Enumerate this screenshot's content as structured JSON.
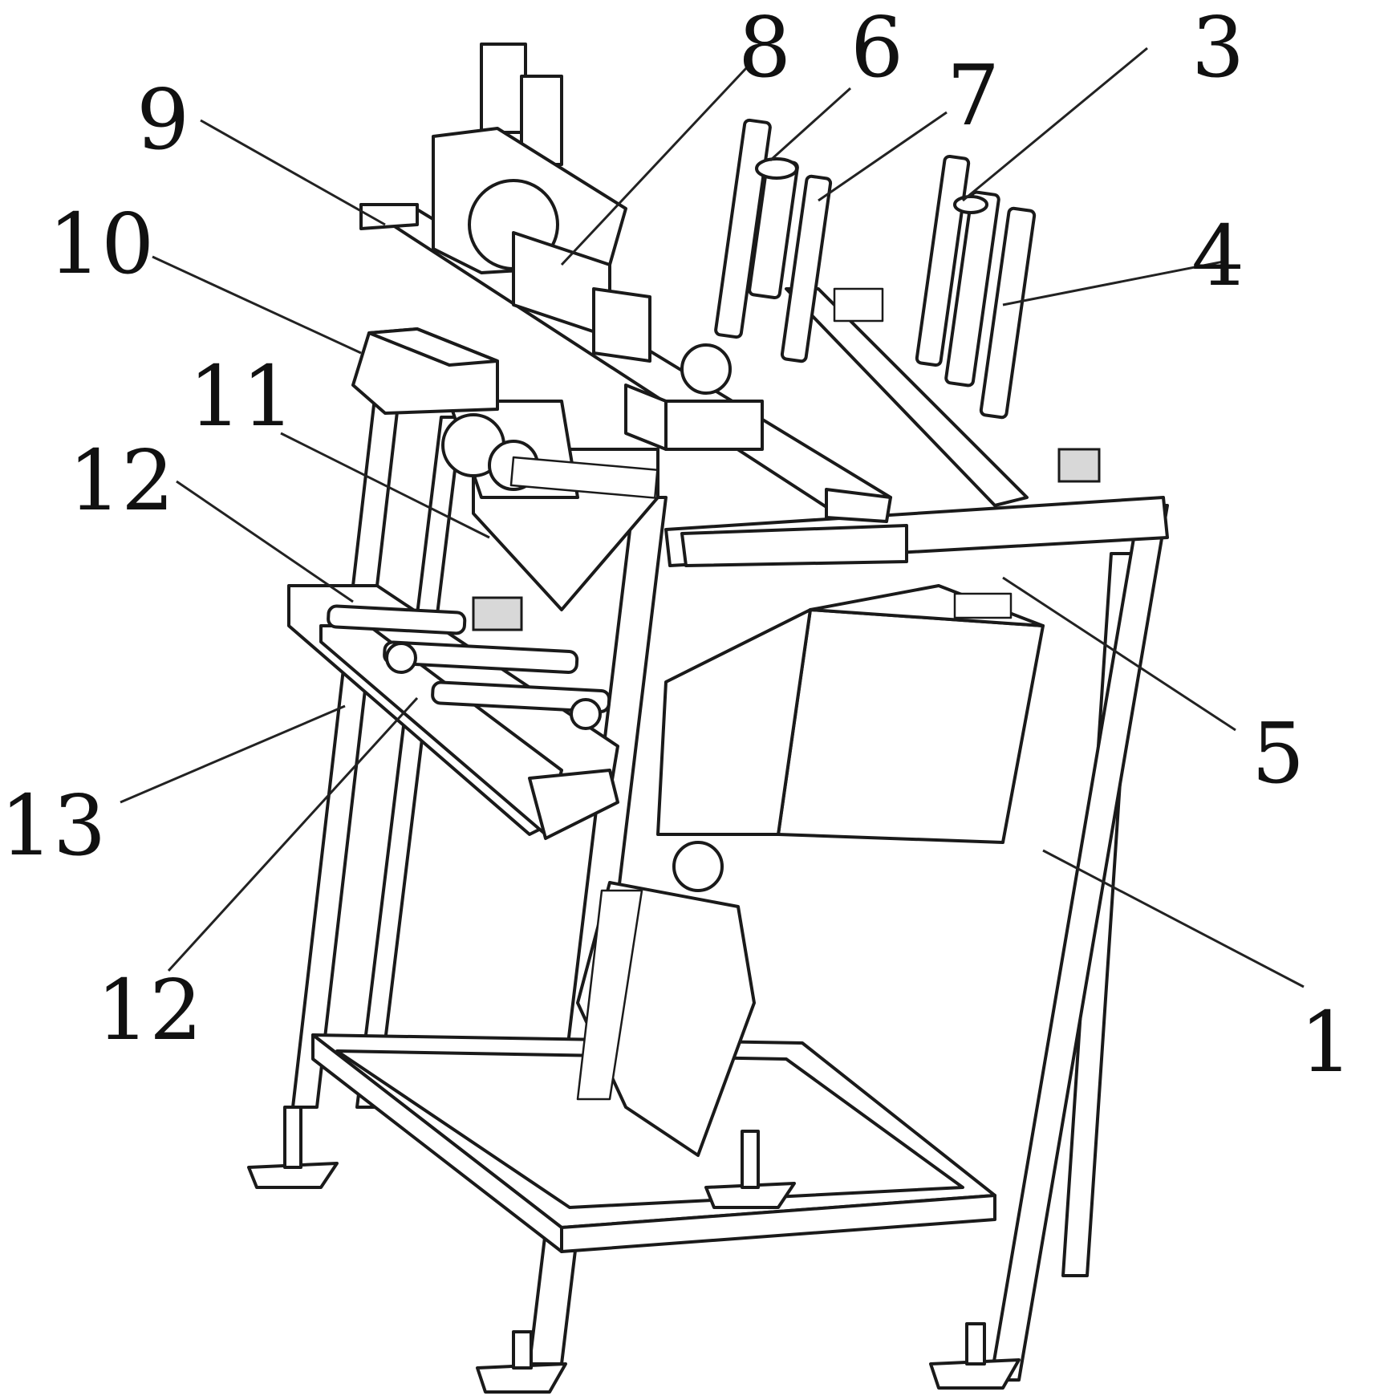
{
  "callouts": [
    {
      "id": "1",
      "label": "1"
    },
    {
      "id": "3",
      "label": "3"
    },
    {
      "id": "4",
      "label": "4"
    },
    {
      "id": "5",
      "label": "5"
    },
    {
      "id": "6",
      "label": "6"
    },
    {
      "id": "7",
      "label": "7"
    },
    {
      "id": "8",
      "label": "8"
    },
    {
      "id": "9",
      "label": "9"
    },
    {
      "id": "10",
      "label": "10"
    },
    {
      "id": "11",
      "label": "11"
    },
    {
      "id": "12a",
      "label": "12"
    },
    {
      "id": "12b",
      "label": "12"
    },
    {
      "id": "13",
      "label": "13"
    }
  ]
}
